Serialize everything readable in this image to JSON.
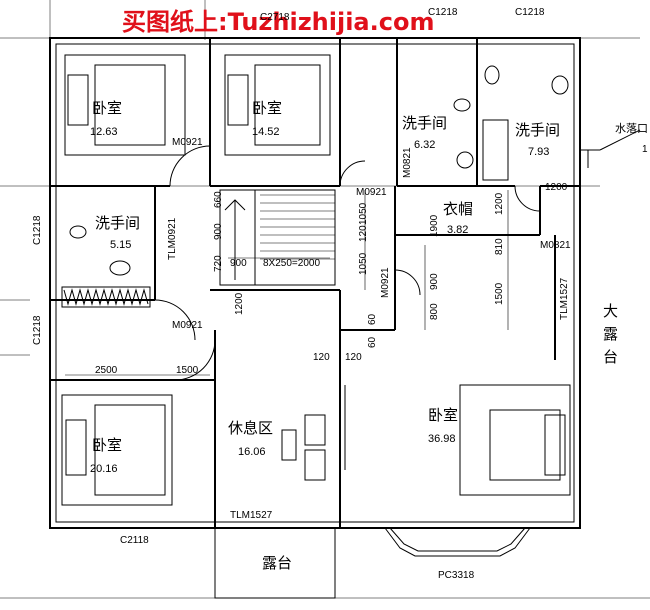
{
  "watermark": "买图纸上:Tuzhizhijia.com",
  "rooms": {
    "bedroom_nw": {
      "name": "卧室",
      "area": "12.63"
    },
    "bedroom_n2": {
      "name": "卧室",
      "area": "14.52"
    },
    "bath_n1": {
      "name": "洗手间",
      "area": "6.32"
    },
    "bath_n2": {
      "name": "洗手间",
      "area": "7.93"
    },
    "bath_w": {
      "name": "洗手间",
      "area": "5.15"
    },
    "closet": {
      "name": "衣帽",
      "area": "3.82"
    },
    "bedroom_sw": {
      "name": "卧室",
      "area": "20.16"
    },
    "bedroom_se": {
      "name": "卧室",
      "area": "36.98"
    },
    "lounge": {
      "name": "休息区",
      "area": "16.06"
    },
    "terrace_s": {
      "name": "露台"
    },
    "terrace_e": {
      "name": "大露台"
    },
    "drain": "水落口"
  },
  "labels": {
    "c2718_top": "C2718",
    "c1218_a": "C1218",
    "c1218_b": "C1218",
    "c1218_w1": "C1218",
    "c1218_w2": "C1218",
    "c2118": "C2118",
    "pc3318": "PC3318",
    "tlm1527_s": "TLM1527",
    "tlm1527_e": "TLM1527",
    "tlm0921": "TLM0921",
    "m0921_a": "M0921",
    "m0921_b": "M0921",
    "m0921_c": "M0921",
    "m0921_d": "M0921",
    "m0821_a": "M0821",
    "m0821_b": "M0821",
    "stair": "8X250=2000"
  },
  "dims": {
    "d660": "660",
    "d900a": "900",
    "d720": "720",
    "d900b": "900",
    "d1200a": "1200",
    "d1050a": "1050",
    "d1050b": "1050",
    "d120a": "120",
    "d120b": "120",
    "d120c": "120",
    "d900c": "900",
    "d800": "800",
    "d1900": "1900",
    "d810": "810",
    "d1500a": "1500",
    "d1200b": "1200",
    "d1200c": "1200",
    "d60a": "60",
    "d60b": "60",
    "d2500": "2500",
    "d1500b": "1500",
    "d1": "1"
  }
}
